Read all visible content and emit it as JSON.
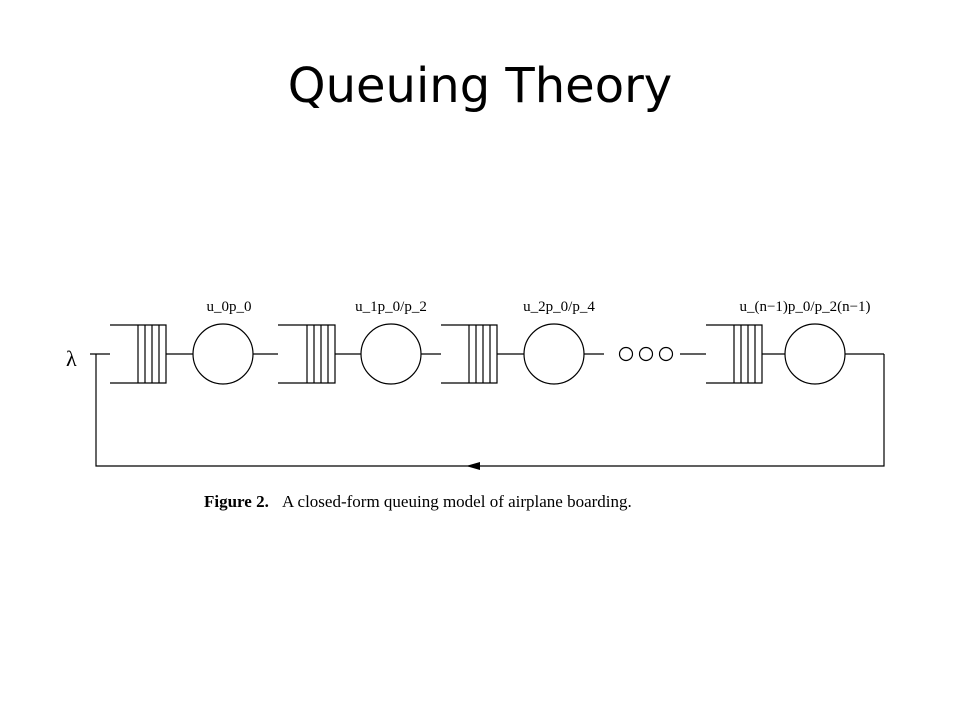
{
  "slide": {
    "title": "Queuing Theory"
  },
  "diagram": {
    "arrival_label": "λ",
    "stations": [
      {
        "label": "u_0p_0"
      },
      {
        "label": "u_1p_0/p_2"
      },
      {
        "label": "u_2p_0/p_4"
      },
      {
        "label": "u_(n−1)p_0/p_2(n−1)"
      }
    ],
    "ellipsis_symbol": "○○○",
    "caption": {
      "figure_number": "Figure 2.",
      "text": "A closed-form queuing model of airplane boarding."
    },
    "colors": {
      "line": "#000000",
      "background": "#ffffff"
    }
  }
}
